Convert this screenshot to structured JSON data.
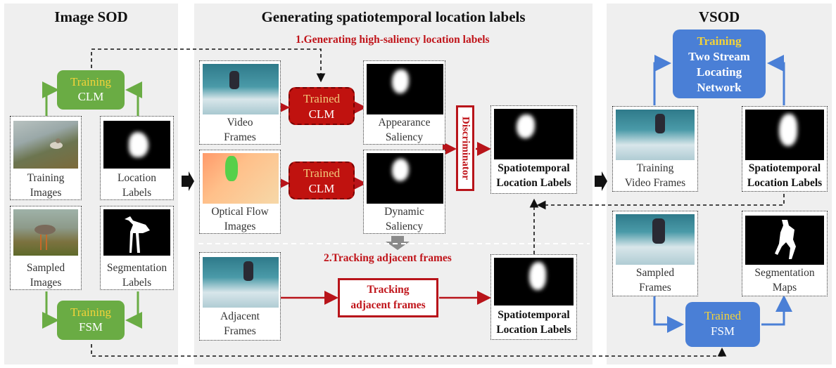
{
  "panels": {
    "left_title": "Image SOD",
    "middle_title": "Generating spatiotemporal location labels",
    "right_title": "VSOD"
  },
  "left": {
    "clm_training_word": "Training",
    "clm_label": "CLM",
    "fsm_training_word": "Training",
    "fsm_label": "FSM",
    "training_images": [
      "Training",
      "Images"
    ],
    "location_labels": [
      "Location",
      "Labels"
    ],
    "sampled_images": [
      "Sampled",
      "Images"
    ],
    "segmentation_labels": [
      "Segmentation",
      "Labels"
    ]
  },
  "middle": {
    "step1": "1.Generating high-saliency location labels",
    "step2": "2.Tracking adjacent frames",
    "video_frames": [
      "Video",
      "Frames"
    ],
    "optical_flow": [
      "Optical Flow",
      "Images"
    ],
    "trained_clm_1": [
      "Trained",
      "CLM"
    ],
    "trained_clm_2": [
      "Trained",
      "CLM"
    ],
    "appearance": [
      "Appearance",
      "Saliency"
    ],
    "dynamic": [
      "Dynamic",
      "Saliency"
    ],
    "discriminator": "Discriminator",
    "st_labels_1": [
      "Spatiotemporal",
      "Location Labels"
    ],
    "adjacent": [
      "Adjacent",
      "Frames"
    ],
    "tracking_box": [
      "Tracking",
      "adjacent frames"
    ],
    "st_labels_2": [
      "Spatiotemporal",
      "Location Labels"
    ]
  },
  "right": {
    "training_word": "Training",
    "network": [
      "Two Stream",
      "Locating",
      "Network"
    ],
    "training_video_frames": [
      "Training",
      "Video Frames"
    ],
    "st_labels": [
      "Spatiotemporal",
      "Location Labels"
    ],
    "sampled_frames": [
      "Sampled",
      "Frames"
    ],
    "segmentation_maps": [
      "Segmentation",
      "Maps"
    ],
    "trained_word": "Trained",
    "fsm_label": "FSM"
  },
  "colors": {
    "green": "#6aac44",
    "red": "#c0120f",
    "blue": "#4a7fd6",
    "yellow": "#f3d23a",
    "panel_bg": "#efefef"
  }
}
